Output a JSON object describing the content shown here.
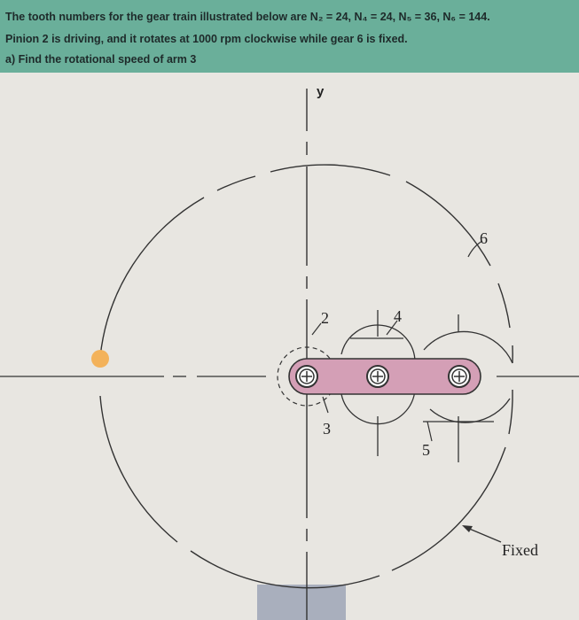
{
  "problem": {
    "line1": "The tooth numbers for the gear train illustrated below are N₂ = 24, N₄ = 24, N₅ = 36, N₆ = 144.",
    "line2": "Pinion 2 is driving, and it rotates at 1000 rpm clockwise while gear 6 is fixed.",
    "line3": "a) Find the rotational speed of arm 3"
  },
  "diagram": {
    "axis_label": "y",
    "labels": {
      "gear6": "6",
      "pinion2": "2",
      "gear4": "4",
      "arm3": "3",
      "gear5": "5",
      "fixed": "Fixed"
    },
    "colors": {
      "arm_fill": "#d49fb6",
      "header_bg": "#6aaf9a",
      "highlight": "#f3b25a"
    }
  }
}
